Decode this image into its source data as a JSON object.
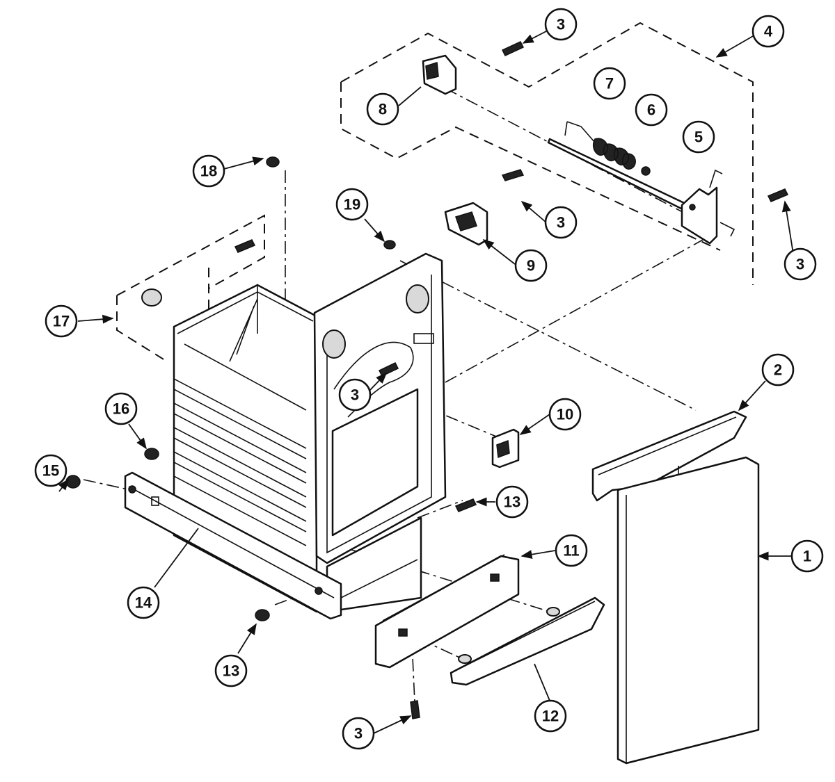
{
  "callouts": [
    {
      "label": "1"
    },
    {
      "label": "2"
    },
    {
      "label": "3"
    },
    {
      "label": "3"
    },
    {
      "label": "3"
    },
    {
      "label": "3"
    },
    {
      "label": "3"
    },
    {
      "label": "4"
    },
    {
      "label": "5"
    },
    {
      "label": "6"
    },
    {
      "label": "7"
    },
    {
      "label": "8"
    },
    {
      "label": "9"
    },
    {
      "label": "10"
    },
    {
      "label": "11"
    },
    {
      "label": "12"
    },
    {
      "label": "13"
    },
    {
      "label": "13"
    },
    {
      "label": "14"
    },
    {
      "label": "15"
    },
    {
      "label": "16"
    },
    {
      "label": "17"
    },
    {
      "label": "18"
    },
    {
      "label": "19"
    }
  ]
}
